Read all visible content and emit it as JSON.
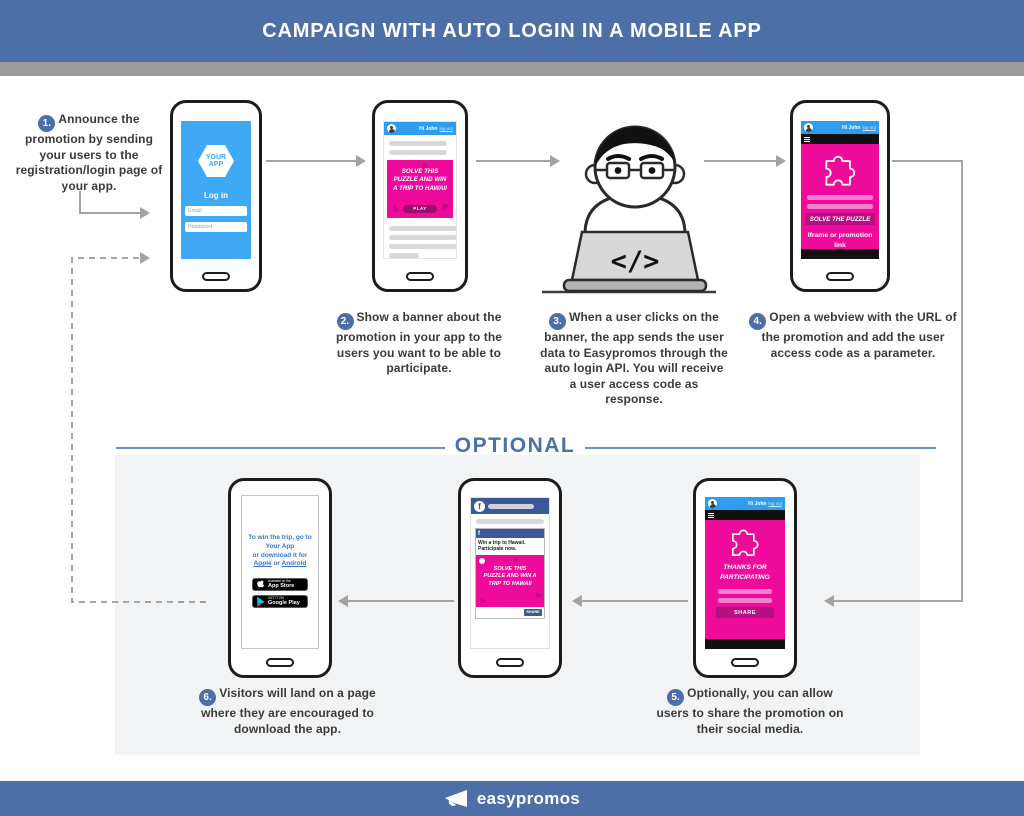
{
  "header": {
    "title": "CAMPAIGN WITH AUTO LOGIN IN A MOBILE APP"
  },
  "optional": {
    "label": "OPTIONAL"
  },
  "footer": {
    "brand": "easypromos"
  },
  "dev": {
    "code": "</>"
  },
  "steps": [
    {
      "num": "1.",
      "text": "Announce the promotion by sending your users to the registration/login page of your app."
    },
    {
      "num": "2.",
      "text": "Show a banner about the promotion in your app to the users you want to be able to participate."
    },
    {
      "num": "3.",
      "text": "When a user clicks on the banner, the app sends the user data to Easypromos through the auto login API. You will receive a user access code as response."
    },
    {
      "num": "4.",
      "text": "Open a webview with the URL of the promotion and add the user access code as a parameter."
    },
    {
      "num": "5.",
      "text": "Optionally, you can allow users to share the promotion on their social media."
    },
    {
      "num": "6.",
      "text": "Visitors will land on a page where they are encouraged to download the app."
    }
  ],
  "app_topbar": {
    "greeting": "Hi John",
    "logout": "log out"
  },
  "phone_login": {
    "logo_top": "YOUR",
    "logo_bottom": "APP",
    "title": "Log in",
    "email_placeholder": "Email",
    "password_placeholder": "Password"
  },
  "phone_banner": {
    "banner_text": "SOLVE THIS PUZZLE AND WIN A TRIP TO HAWAII",
    "play": "PLAY"
  },
  "phone_webview": {
    "band": "SOLVE THE PUZZLE",
    "note": "Iframe or promotion link"
  },
  "phone_thanks": {
    "title": "THANKS FOR PARTICIPATING",
    "share": "SHARE"
  },
  "phone_facebook": {
    "logo_letter": "f",
    "post_line1": "Win a trip to Hawaii.",
    "post_line2": "Participate now.",
    "banner_text": "SOLVE THIS PUZZLE AND WIN A TRIP TO HAWAII",
    "button": "SHARE"
  },
  "phone_download": {
    "line1": "To win the trip, go to",
    "line2": "Your App",
    "line3": "or download it for",
    "apple": "Apple",
    "or": "or",
    "android": "Android",
    "appstore_top": "Available on the",
    "appstore_bottom": "App Store",
    "gplay_top": "GET IT ON",
    "gplay_bottom": "Google Play"
  },
  "colors": {
    "brand_blue": "#4d6fa8",
    "screen_blue": "#3fa9f5",
    "magenta": "#ee0b9c",
    "dark_magenta": "#9c0d6e",
    "facebook_blue": "#3b5998",
    "link_blue": "#3a76c4",
    "arrow_gray": "#a3a3a3",
    "optional_bg": "#f1f3f4"
  },
  "icons": {
    "avatar": "user-avatar-icon",
    "menu": "hamburger-menu-icon",
    "puzzle": "puzzle-piece-icon",
    "facebook": "facebook-logo-icon",
    "apple": "apple-logo-icon",
    "google_play": "google-play-icon",
    "megaphone": "megaphone-icon",
    "code": "code-glyph",
    "developer": "developer-figure"
  }
}
